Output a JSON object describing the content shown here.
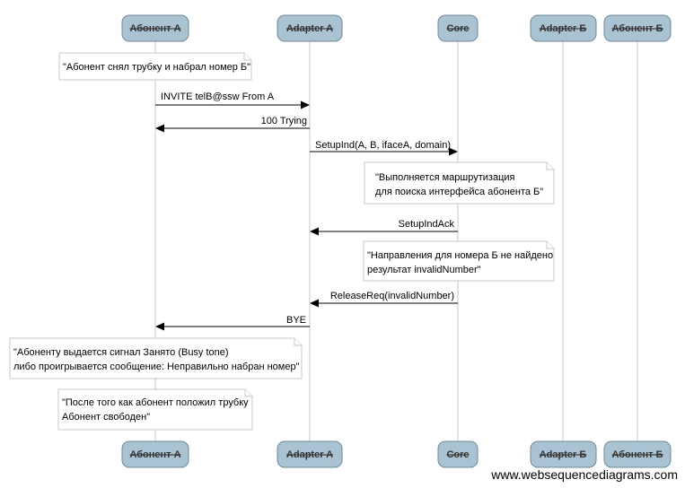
{
  "participants": [
    "Абонент А",
    "Adapter A",
    "Core",
    "Adapter Б",
    "Абонент Б"
  ],
  "messages": [
    {
      "from": 0,
      "to": 1,
      "label": "INVITE telB@ssw From A"
    },
    {
      "from": 1,
      "to": 0,
      "label": "100 Trying"
    },
    {
      "from": 1,
      "to": 2,
      "label": "SetupInd(A, B, ifaceA, domain)"
    },
    {
      "from": 2,
      "to": 1,
      "label": "SetupIndAck"
    },
    {
      "from": 2,
      "to": 1,
      "label": "ReleaseReq(invalidNumber)"
    },
    {
      "from": 1,
      "to": 0,
      "label": "BYE"
    }
  ],
  "notes": [
    {
      "lines": [
        "\"Абонент снял трубку и набрал номер Б\""
      ]
    },
    {
      "lines": [
        "\"Выполняется маршрутизация",
        "для поиска интерфейса абонента Б\""
      ]
    },
    {
      "lines": [
        "\"Направления для номера Б не найдено",
        "результат invalidNumber\""
      ]
    },
    {
      "lines": [
        "\"Абоненту выдается сигнал Занято (Busy tone)",
        "либо проигрывается сообщение: Неправильно набран номер\""
      ]
    },
    {
      "lines": [
        "\"После того как абонент положил трубку",
        "Абонент свободен\""
      ]
    }
  ],
  "watermark": "www.websequencediagrams.com",
  "colors": {
    "participant_fill": "#aac3d2",
    "participant_stroke": "#6f8a99",
    "lifeline": "#c8c8c8"
  }
}
